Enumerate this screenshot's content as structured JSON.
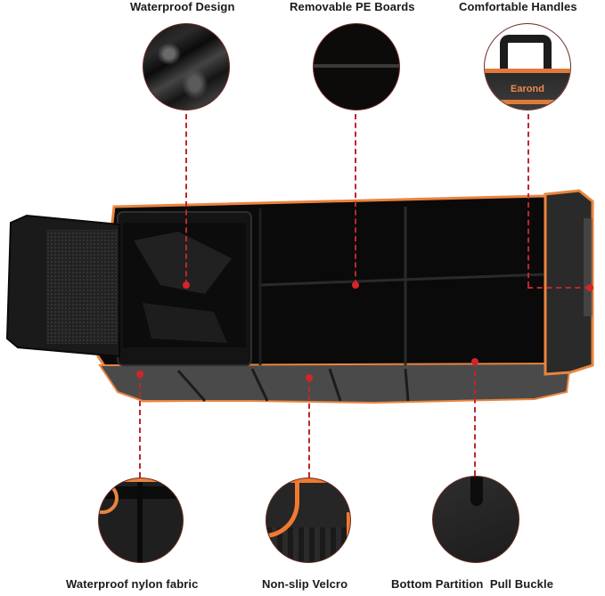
{
  "product": {
    "brand_text": "Earond",
    "colors": {
      "accent_orange": "#e9843f",
      "body_black": "#0a0a0a",
      "side_gray": "#4a4a4a",
      "callout_red": "#c0262b"
    }
  },
  "features": {
    "top": [
      {
        "label": "Waterproof Design",
        "icon": "waterproof-pocket-closeup"
      },
      {
        "label": "Removable PE Boards",
        "icon": "pe-board-closeup"
      },
      {
        "label": "Comfortable Handles",
        "icon": "handle-closeup"
      }
    ],
    "bottom": [
      {
        "label": "Waterproof nylon fabric",
        "icon": "nylon-fabric-closeup"
      },
      {
        "label": "Non-slip Velcro",
        "icon": "velcro-closeup"
      },
      {
        "label": "Bottom Partition  Pull Buckle",
        "icon": "pull-buckle-closeup"
      }
    ]
  }
}
